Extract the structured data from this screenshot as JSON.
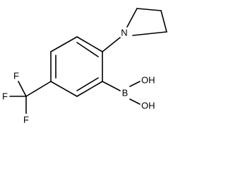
{
  "molecule": {
    "labels": {
      "nitrogen": "N",
      "boron": "B",
      "hydroxyl_top": "OH",
      "hydroxyl_bottom": "OH",
      "fluorine_top": "F",
      "fluorine_left": "F",
      "fluorine_bottom": "F"
    }
  }
}
